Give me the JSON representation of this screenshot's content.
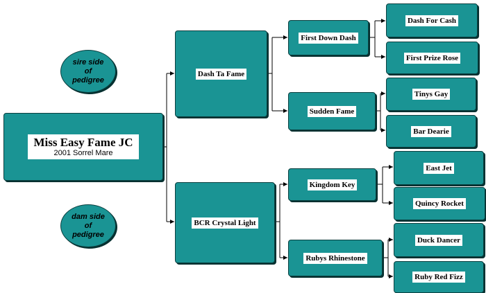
{
  "colors": {
    "box_fill": "#1a9494",
    "line": "#000000"
  },
  "side_labels": {
    "sire": [
      "sire side",
      "of",
      "pedigree"
    ],
    "dam": [
      "dam side",
      "of",
      "pedigree"
    ]
  },
  "root": {
    "name": "Miss Easy Fame JC",
    "subtitle": "2001 Sorrel Mare"
  },
  "generation1": {
    "sire": "Dash Ta Fame",
    "dam": "BCR Crystal Light"
  },
  "generation2": {
    "sire_sire": "First Down Dash",
    "sire_dam": "Sudden Fame",
    "dam_sire": "Kingdom Key",
    "dam_dam": "Rubys Rhinestone"
  },
  "generation3": [
    "Dash For Cash",
    "First Prize Rose",
    "Tinys Gay",
    "Bar Dearie",
    "East Jet",
    "Quincy Rocket",
    "Duck Dancer",
    "Ruby Red Fizz"
  ]
}
